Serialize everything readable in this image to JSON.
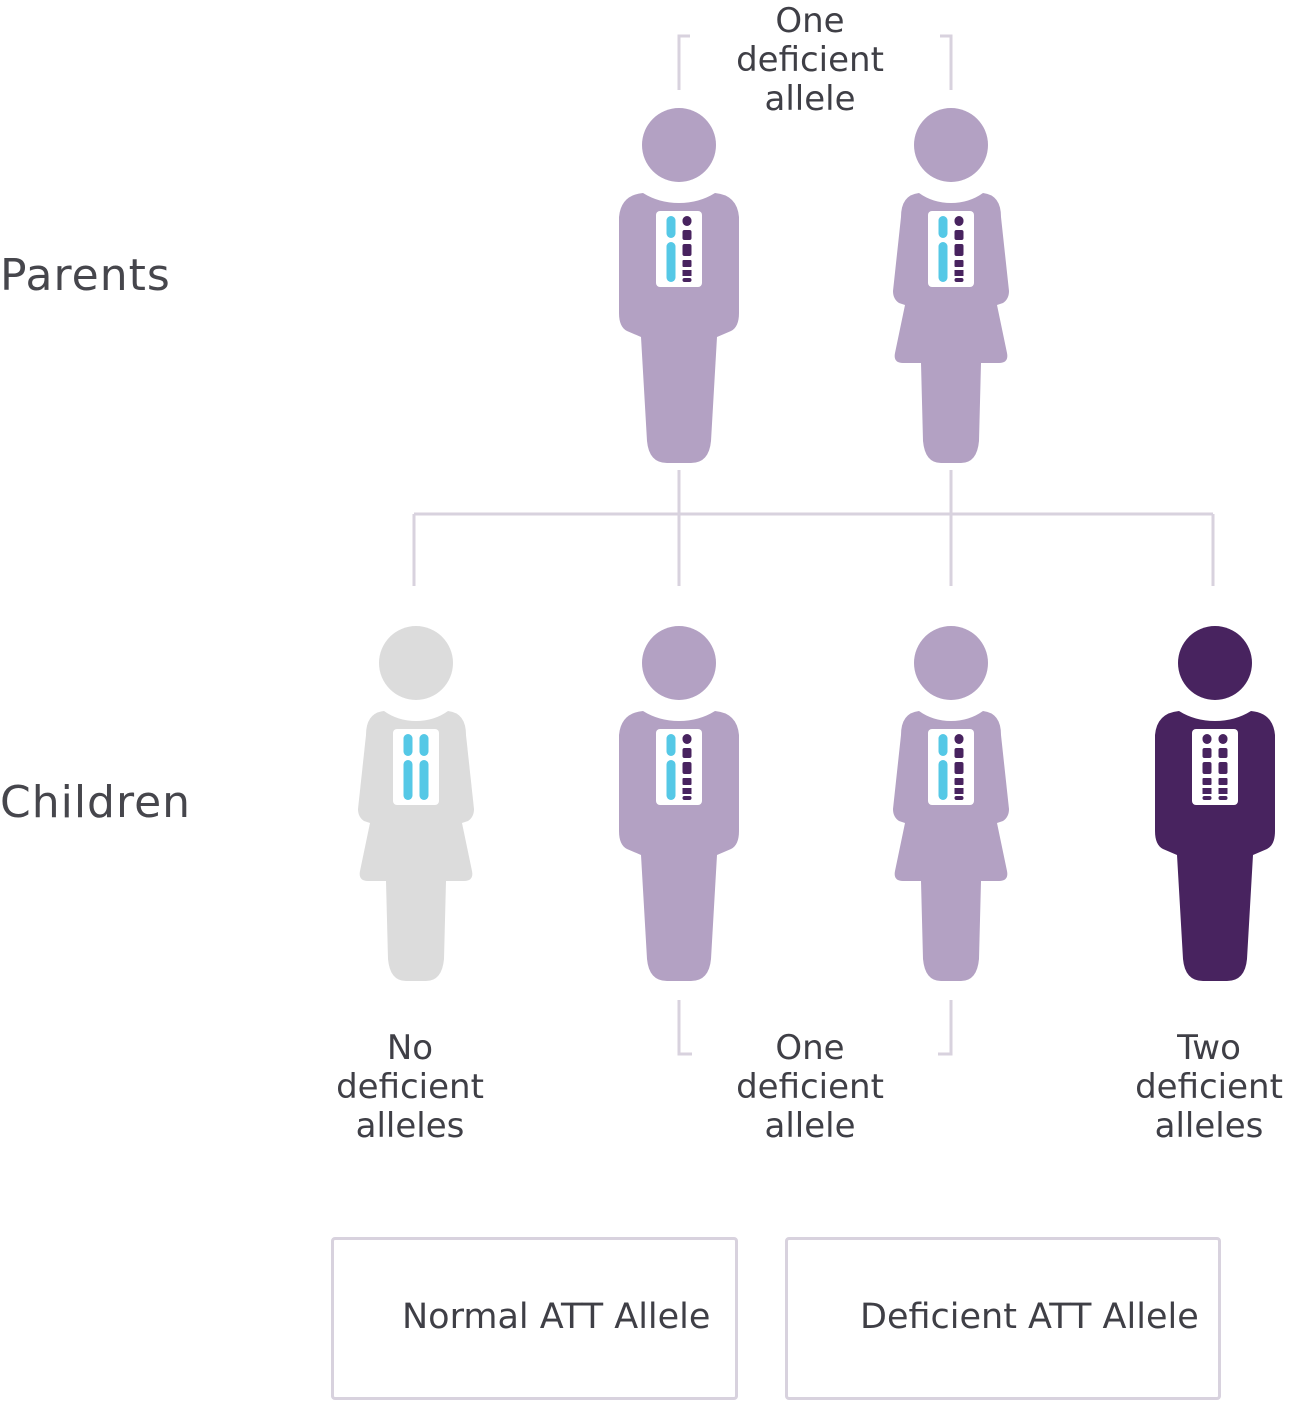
{
  "rows": {
    "parents_label": "Parents",
    "children_label": "Children"
  },
  "captions": {
    "parents_top": [
      "One",
      "deficient",
      "allele"
    ],
    "child_none": [
      "No",
      "deficient",
      "alleles"
    ],
    "child_one": [
      "One",
      "deficient",
      "allele"
    ],
    "child_two": [
      "Two",
      "deficient",
      "alleles"
    ]
  },
  "legend": {
    "normal": "Normal ATT Allele",
    "deficient": "Deficient ATT Allele"
  },
  "colors": {
    "carrier": "#b3a1c3",
    "unaffected": "#dcdcdc",
    "affected": "#48235f",
    "normal_allele": "#55c8e6",
    "deficient_allele": "#48235f",
    "connector": "#d8d2de"
  }
}
